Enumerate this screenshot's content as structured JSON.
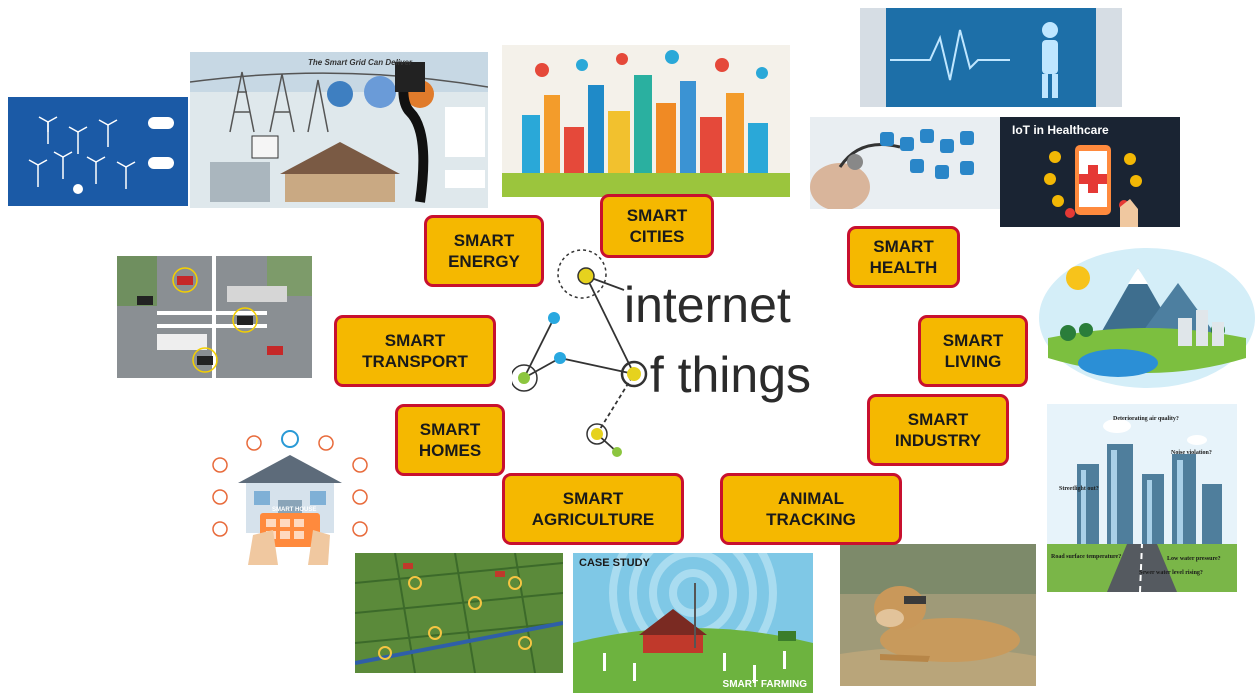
{
  "center": {
    "line1": "internet",
    "line2_prefix": "o",
    "line2_rest": "f things"
  },
  "labels": [
    {
      "line1": "SMART",
      "line2": "ENERGY"
    },
    {
      "line1": "SMART",
      "line2": "CITIES"
    },
    {
      "line1": "SMART",
      "line2": "HEALTH"
    },
    {
      "line1": "SMART",
      "line2": "LIVING"
    },
    {
      "line1": "SMART",
      "line2": "TRANSPORT"
    },
    {
      "line1": "SMART",
      "line2": "INDUSTRY"
    },
    {
      "line1": "SMART",
      "line2": "HOMES"
    },
    {
      "line1": "SMART",
      "line2": "AGRICULTURE"
    },
    {
      "line1": "ANIMAL",
      "line2": "TRACKING"
    }
  ],
  "images": {
    "smart_grid_title": "The Smart Grid Can Deliver",
    "healthcare_title": "IoT in Healthcare",
    "case_study": "CASE STUDY",
    "smart_farming": "SMART FARMING",
    "smart_house": "SMART HOUSE",
    "air_quality": "Deteriorating air quality?",
    "noise": "Noise violation?",
    "streetlight": "Streetlight out?",
    "road_surface": "Road surface temperature?",
    "low_water": "Low water pressure?",
    "sewer": "Sewer water level rising?"
  },
  "colors": {
    "label_fill": "#f5b800",
    "label_border": "#c8102e",
    "logo_yellow": "#e6d21e",
    "logo_blue": "#29a8e0",
    "logo_green": "#8cc63f"
  }
}
